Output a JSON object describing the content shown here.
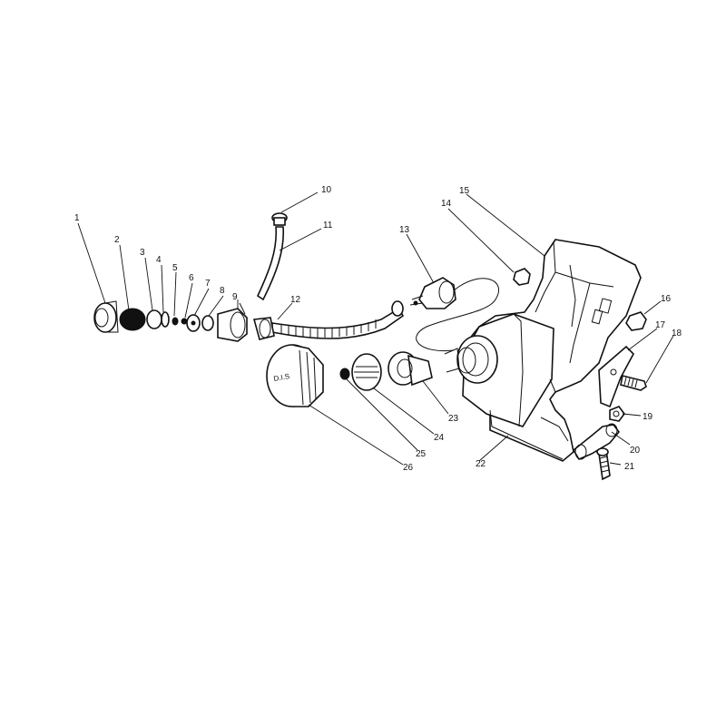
{
  "diagram": {
    "parts": [
      {
        "id": "p1",
        "label": "1"
      },
      {
        "id": "p2",
        "label": "2"
      },
      {
        "id": "p3",
        "label": "3"
      },
      {
        "id": "p4",
        "label": "4"
      },
      {
        "id": "p5",
        "label": "5"
      },
      {
        "id": "p6",
        "label": "6"
      },
      {
        "id": "p7",
        "label": "7"
      },
      {
        "id": "p8",
        "label": "8"
      },
      {
        "id": "p9",
        "label": "9"
      },
      {
        "id": "p10",
        "label": "10"
      },
      {
        "id": "p11",
        "label": "11"
      },
      {
        "id": "p12",
        "label": "12"
      },
      {
        "id": "p13",
        "label": "13"
      },
      {
        "id": "p14",
        "label": "14"
      },
      {
        "id": "p15",
        "label": "15"
      },
      {
        "id": "p16",
        "label": "16"
      },
      {
        "id": "p17",
        "label": "17"
      },
      {
        "id": "p18",
        "label": "18"
      },
      {
        "id": "p19",
        "label": "19"
      },
      {
        "id": "p20",
        "label": "20"
      },
      {
        "id": "p21",
        "label": "21"
      },
      {
        "id": "p22",
        "label": "22"
      },
      {
        "id": "p23",
        "label": "23"
      },
      {
        "id": "p24",
        "label": "24"
      },
      {
        "id": "p25",
        "label": "25"
      },
      {
        "id": "p26",
        "label": "26"
      }
    ],
    "cap_marking": "D.I.S",
    "colors": {
      "ink": "#111111",
      "paper": "#ffffff"
    }
  }
}
